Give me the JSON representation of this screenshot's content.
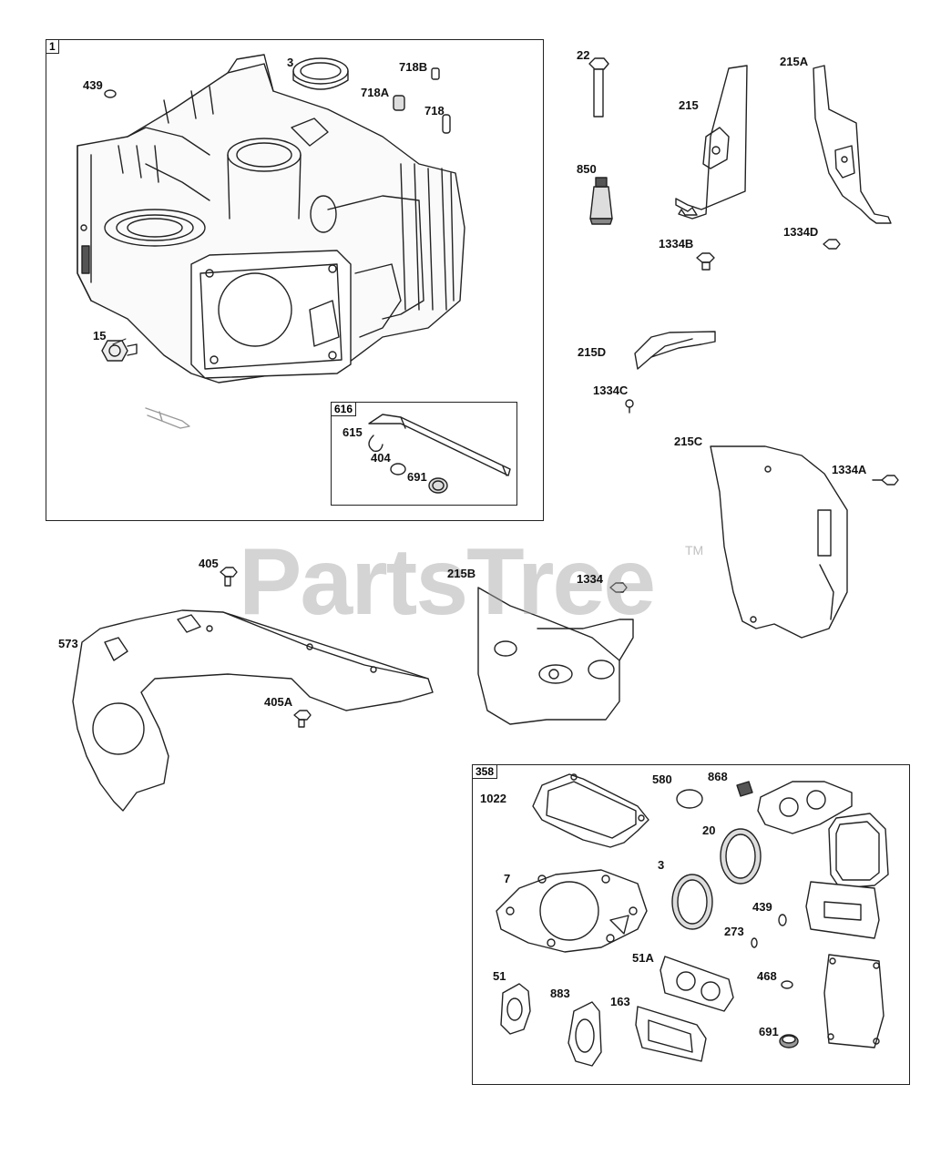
{
  "watermark": {
    "text": "PartsTree",
    "tm": "TM"
  },
  "groups": {
    "block": "1",
    "dipstick": "616",
    "gasket_set": "358"
  },
  "labels": {
    "p439a": "439",
    "p3a": "3",
    "p718b": "718B",
    "p718a": "718A",
    "p718": "718",
    "p15": "15",
    "p615": "615",
    "p404": "404",
    "p691a": "691",
    "p22": "22",
    "p850": "850",
    "p215": "215",
    "p215a": "215A",
    "p1334b": "1334B",
    "p1334d": "1334D",
    "p215d": "215D",
    "p1334c": "1334C",
    "p215c": "215C",
    "p1334a": "1334A",
    "p405": "405",
    "p573": "573",
    "p405a": "405A",
    "p215b": "215B",
    "p1334": "1334",
    "p1022": "1022",
    "p580": "580",
    "p868": "868",
    "p20": "20",
    "p7": "7",
    "p3b": "3",
    "p439b": "439",
    "p273": "273",
    "p51": "51",
    "p883": "883",
    "p51a": "51A",
    "p163": "163",
    "p468": "468",
    "p691b": "691"
  }
}
